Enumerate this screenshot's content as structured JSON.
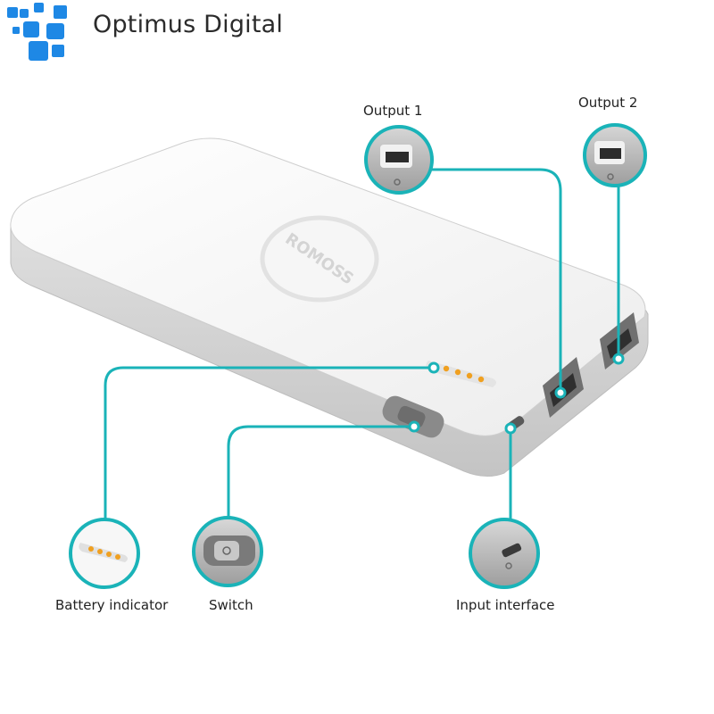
{
  "brand": {
    "name": "Optimus Digital",
    "logo_color": "#1e88e5"
  },
  "product": {
    "engraving": "ROMOSS"
  },
  "callouts": {
    "output1": {
      "label": "Output 1"
    },
    "output2": {
      "label": "Output 2"
    },
    "battery": {
      "label": "Battery indicator"
    },
    "switch": {
      "label": "Switch"
    },
    "input": {
      "label": "Input interface"
    }
  },
  "colors": {
    "leader_line": "#1ab3b8",
    "led": "#f0a020",
    "device_body": "#f4f4f4",
    "device_side": "#d2d2d2"
  }
}
